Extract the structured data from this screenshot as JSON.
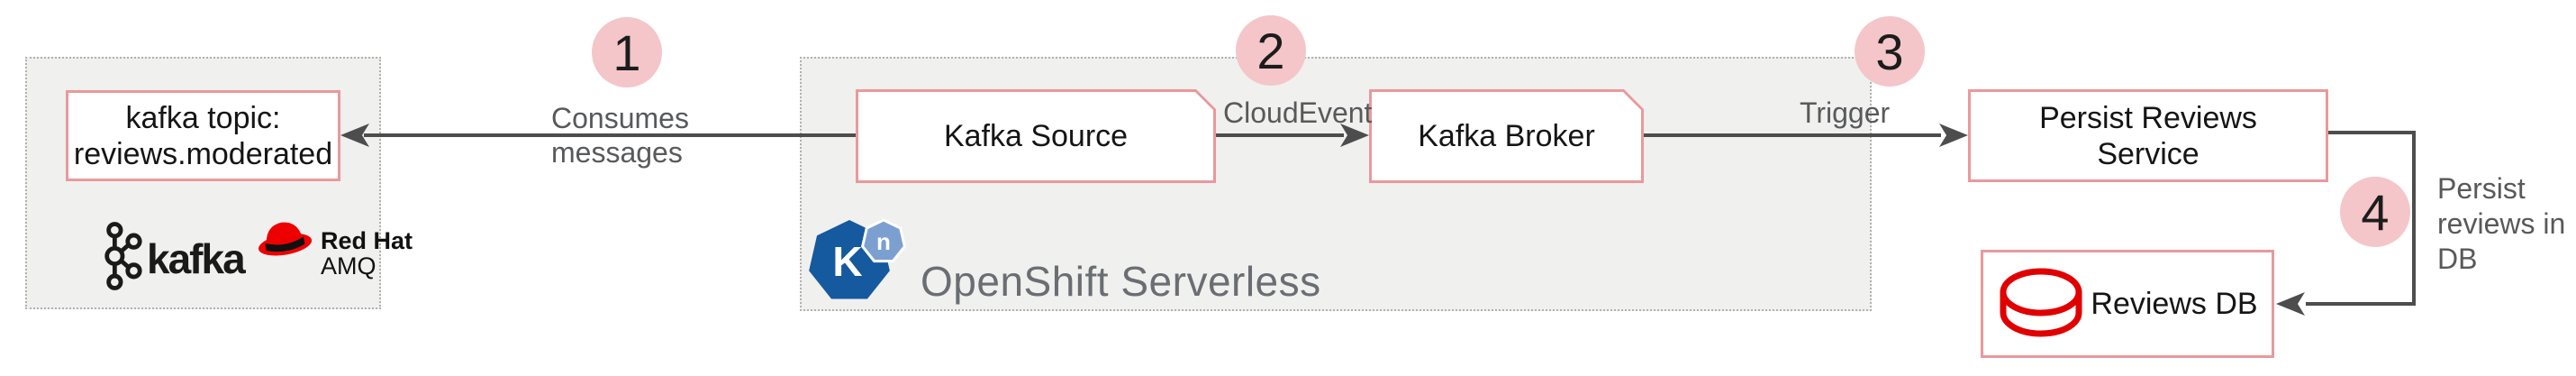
{
  "clusters": {
    "amq": {
      "topic": {
        "line1": "kafka topic:",
        "line2": "reviews.moderated"
      },
      "kafka_logo_text": "kafka",
      "redhat_logo": {
        "brand": "Red Hat",
        "product": "AMQ"
      }
    },
    "openshift": {
      "caption": "OpenShift Serverless",
      "knative_k": "K",
      "knative_n": "n"
    }
  },
  "nodes": {
    "kafka_source": "Kafka Source",
    "kafka_broker": "Kafka Broker",
    "persist_service": {
      "line1": "Persist Reviews",
      "line2": "Service"
    },
    "reviews_db": "Reviews DB"
  },
  "steps": {
    "s1": {
      "number": "1",
      "line1": "Consumes",
      "line2": "messages"
    },
    "s2": {
      "number": "2",
      "label": "CloudEvent"
    },
    "s3": {
      "number": "3",
      "label": "Trigger"
    },
    "s4": {
      "number": "4",
      "line1": "Persist",
      "line2": "reviews in",
      "line3": "DB"
    }
  },
  "icons": {
    "kafka_logo": "kafka-logo-icon",
    "redhat_fedora": "redhat-fedora-icon",
    "knative": "knative-logo-icon",
    "database": "database-icon",
    "arrowhead": "arrowhead-icon"
  },
  "colors": {
    "accent_border": "#e9999c",
    "step_circle_fill": "#f4c6c9",
    "cluster_background": "#f0f0ef",
    "cluster_border": "#b1b1b1",
    "arrow": "#4d4d4d",
    "label_text": "#58595b",
    "node_text": "#151515",
    "openshift_text": "#6a6e73",
    "knative_blue": "#15599e",
    "knative_light_blue": "#7ba0d0",
    "redhat_red": "#ee0000",
    "db_icon_red": "#e00000",
    "kafka_black": "#1a1a1a"
  }
}
